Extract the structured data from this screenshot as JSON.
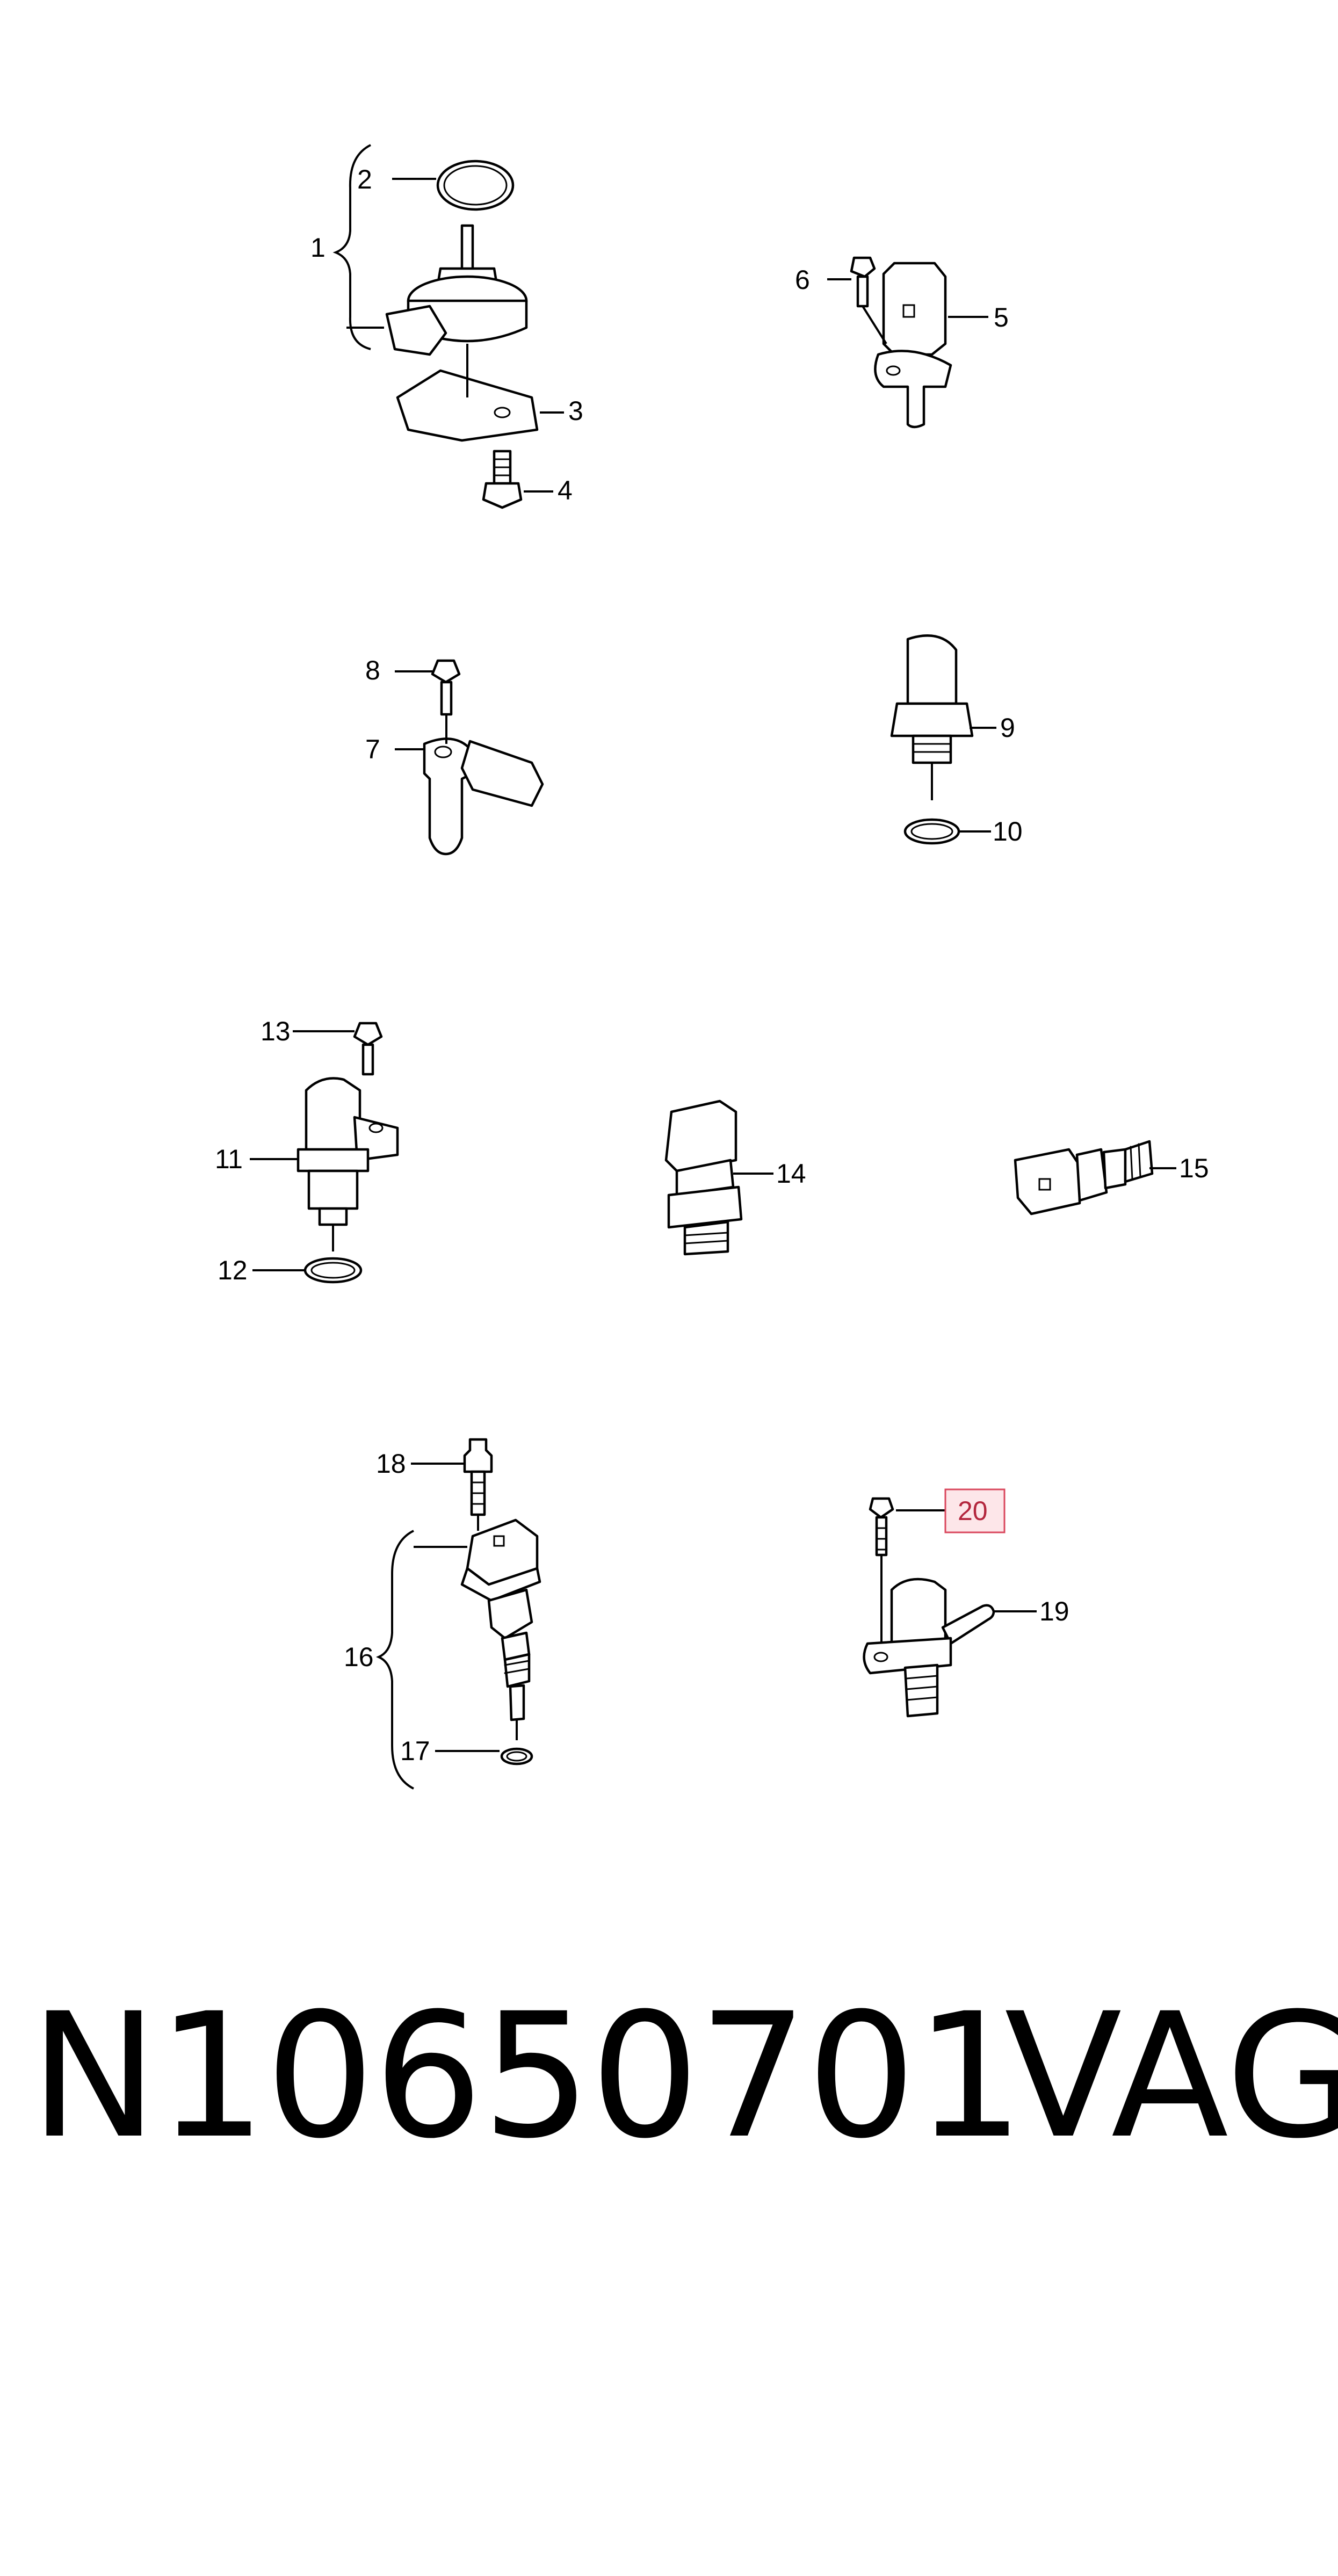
{
  "callouts": {
    "c1": "1",
    "c2": "2",
    "c3": "3",
    "c4": "4",
    "c5": "5",
    "c6": "6",
    "c7": "7",
    "c8": "8",
    "c9": "9",
    "c10": "10",
    "c11": "11",
    "c12": "12",
    "c13": "13",
    "c14": "14",
    "c15": "15",
    "c16": "16",
    "c17": "17",
    "c18": "18",
    "c19": "19",
    "c20": "20"
  },
  "highlight": {
    "callout": "20",
    "fill": "#fde6e9",
    "border": "#d9465c"
  },
  "footer": {
    "part_number": "N10650701",
    "brand": "VAG"
  }
}
